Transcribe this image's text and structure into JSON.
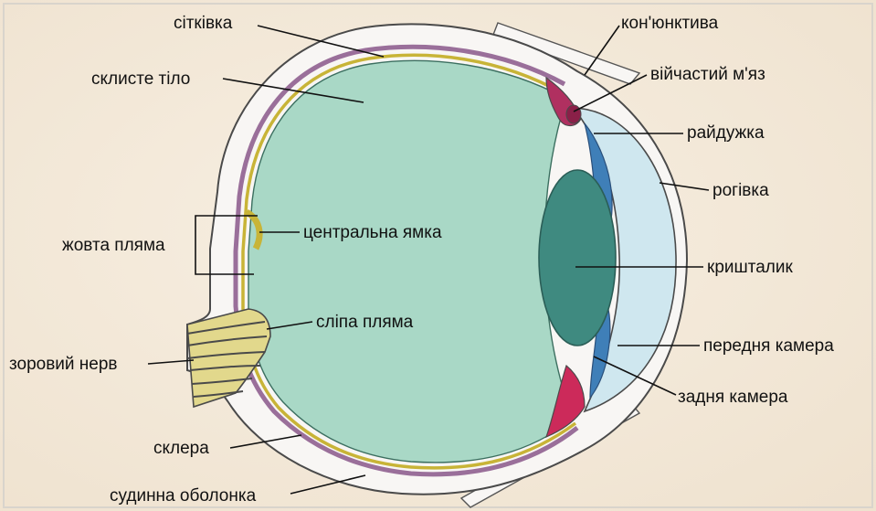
{
  "labels": {
    "retina": "сітківка",
    "vitreous_body": "склисте тіло",
    "conjunctiva": "кон'юнктива",
    "ciliary_muscle": "війчастий м'яз",
    "iris": "райдужка",
    "cornea": "рогівка",
    "macula": "жовта пляма",
    "fovea": "центральна ямка",
    "lens": "кришталик",
    "blind_spot": "сліпа пляма",
    "anterior_chamber": "передня камера",
    "optic_nerve": "зоровий нерв",
    "posterior_chamber": "задня камера",
    "sclera": "склера",
    "choroid": "судинна оболонка"
  },
  "colors": {
    "background": "#f6efe4",
    "sclera": "#f8f6f4",
    "vitreous": "#a9d8c6",
    "cornea_chamber": "#cfe7ef",
    "lens": "#3f8a80",
    "iris": "#3f7fb8",
    "ciliary": "#b03060",
    "retina_line": "#c8b437",
    "choroid_line": "#9a6f9a",
    "optic_nerve": "#e2d88c"
  }
}
